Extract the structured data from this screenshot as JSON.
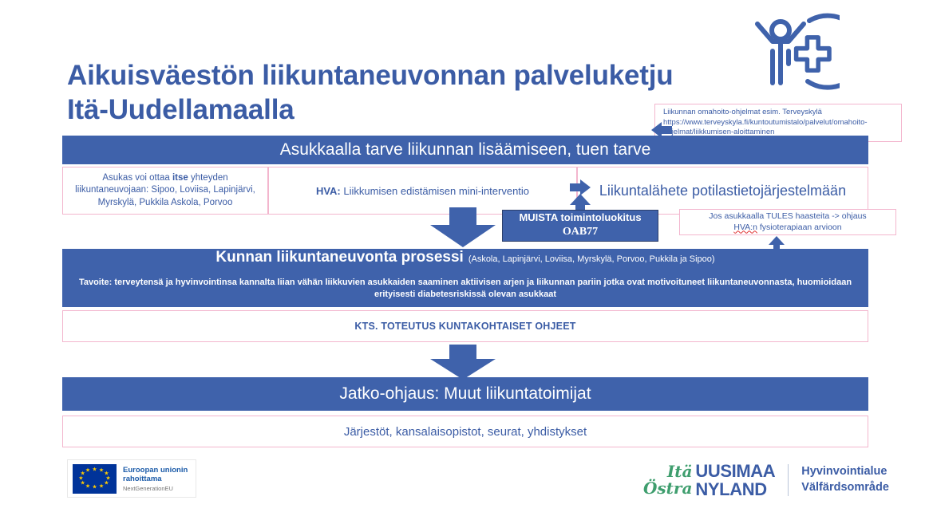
{
  "title": {
    "line1": "Aikuisväestön liikuntaneuvonnan palveluketju",
    "line2": "Itä-Uudellamaalla"
  },
  "header_icon": "person-with-medical-cross-icon",
  "callout_url": {
    "line1": "Liikunnan omahoito-ohjelmat esim. Terveyskylä",
    "line2": "https://www.terveyskyla.fi/kuntoutumistalo/palvelut/omahoito-",
    "line3": "ohjelmat/liikkumisen-aloittaminen"
  },
  "banner_need": "Asukkaalla tarve liikunnan lisäämiseen, tuen tarve",
  "row_options": {
    "self_contact": {
      "part1": "Asukas voi ottaa ",
      "bold": "itse",
      "part2": " yhteyden liikuntaneuvojaan: Sipoo, Loviisa, Lapinjärvi, Myrskylä, Pukkila Askola, Porvoo"
    },
    "hva": {
      "bold": "HVA:",
      "text": " Liikkumisen edistämisen mini-interventio"
    },
    "referral": "Liikuntalähete potilastietojärjestelmään"
  },
  "muista": {
    "line1": "MUISTA toimintoluokitus",
    "line2": "OAB77"
  },
  "tules": {
    "line1": "Jos asukkaalla TULES haasteita -> ohjaus",
    "line2_a": "HVA:n",
    "line2_b": " fysioterapiaan arvioon"
  },
  "process": {
    "heading": "Kunnan liikuntaneuvonta prosessi",
    "heading_sub": "(Askola, Lapinjärvi, Loviisa, Myrskylä, Porvoo, Pukkila ja Sipoo)",
    "goal": "Tavoite: terveytensä ja hyvinvointinsa kannalta liian vähän liikkuvien asukkaiden saaminen aktiivisen arjen ja liikunnan pariin jotka ovat motivoituneet liikuntaneuvonnasta, huomioidaan erityisesti diabetesriskissä olevan asukkaat",
    "kts": "KTS. TOTEUTUS KUNTAKOHTAISET OHJEET"
  },
  "followup": {
    "banner": "Jatko-ohjaus: Muut liikuntatoimijat",
    "detail": "Järjestöt, kansalaisopistot, seurat, yhdistykset"
  },
  "footer": {
    "eu": {
      "line1": "Euroopan unionin",
      "line2": "rahoittama",
      "line3": "NextGenerationEU"
    },
    "brand": {
      "script1": "Itä",
      "script2": "Östra",
      "caps1": "UUSIMAA",
      "caps2": "NYLAND",
      "right1": "Hyvinvointialue",
      "right2": "Välfärdsområde"
    }
  },
  "colors": {
    "blue": "#3f62ab",
    "text_blue": "#3b5ca5",
    "pink_border": "#f3b6ce",
    "green": "#3f9e6e",
    "eu_blue": "#003399",
    "star_yellow": "#FFCC00"
  }
}
